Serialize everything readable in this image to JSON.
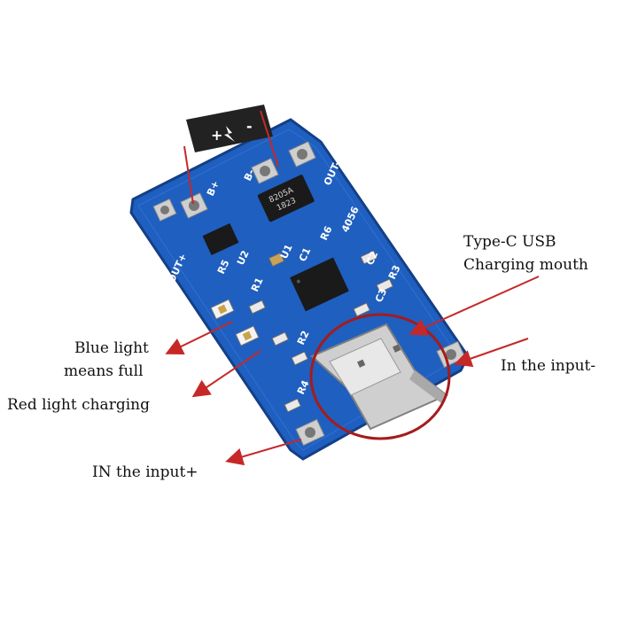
{
  "labels": {
    "type_c_line1": "Type-C USB",
    "type_c_line2": "Charging mouth",
    "input_minus": "In the input-",
    "blue_line1": "Blue light",
    "blue_line2": "means full",
    "red_light": "Red light charging",
    "input_plus": "IN the input+"
  },
  "battery": {
    "plus": "+",
    "minus": "-"
  },
  "pcb": {
    "b_plus": "B+",
    "b_minus": "B-",
    "out_minus": "OUT-",
    "out_plus": "OUT+",
    "model": "4056",
    "chip_mark1": "8205A",
    "chip_mark2": "1823",
    "silk": [
      "R6",
      "C2",
      "U2",
      "R5",
      "R1",
      "C1",
      "U1",
      "R3",
      "R2",
      "C3",
      "R4"
    ]
  },
  "colors": {
    "pcb": "#1f5fbf",
    "arrow": "#c62828",
    "highlight": "#a51c1c"
  }
}
